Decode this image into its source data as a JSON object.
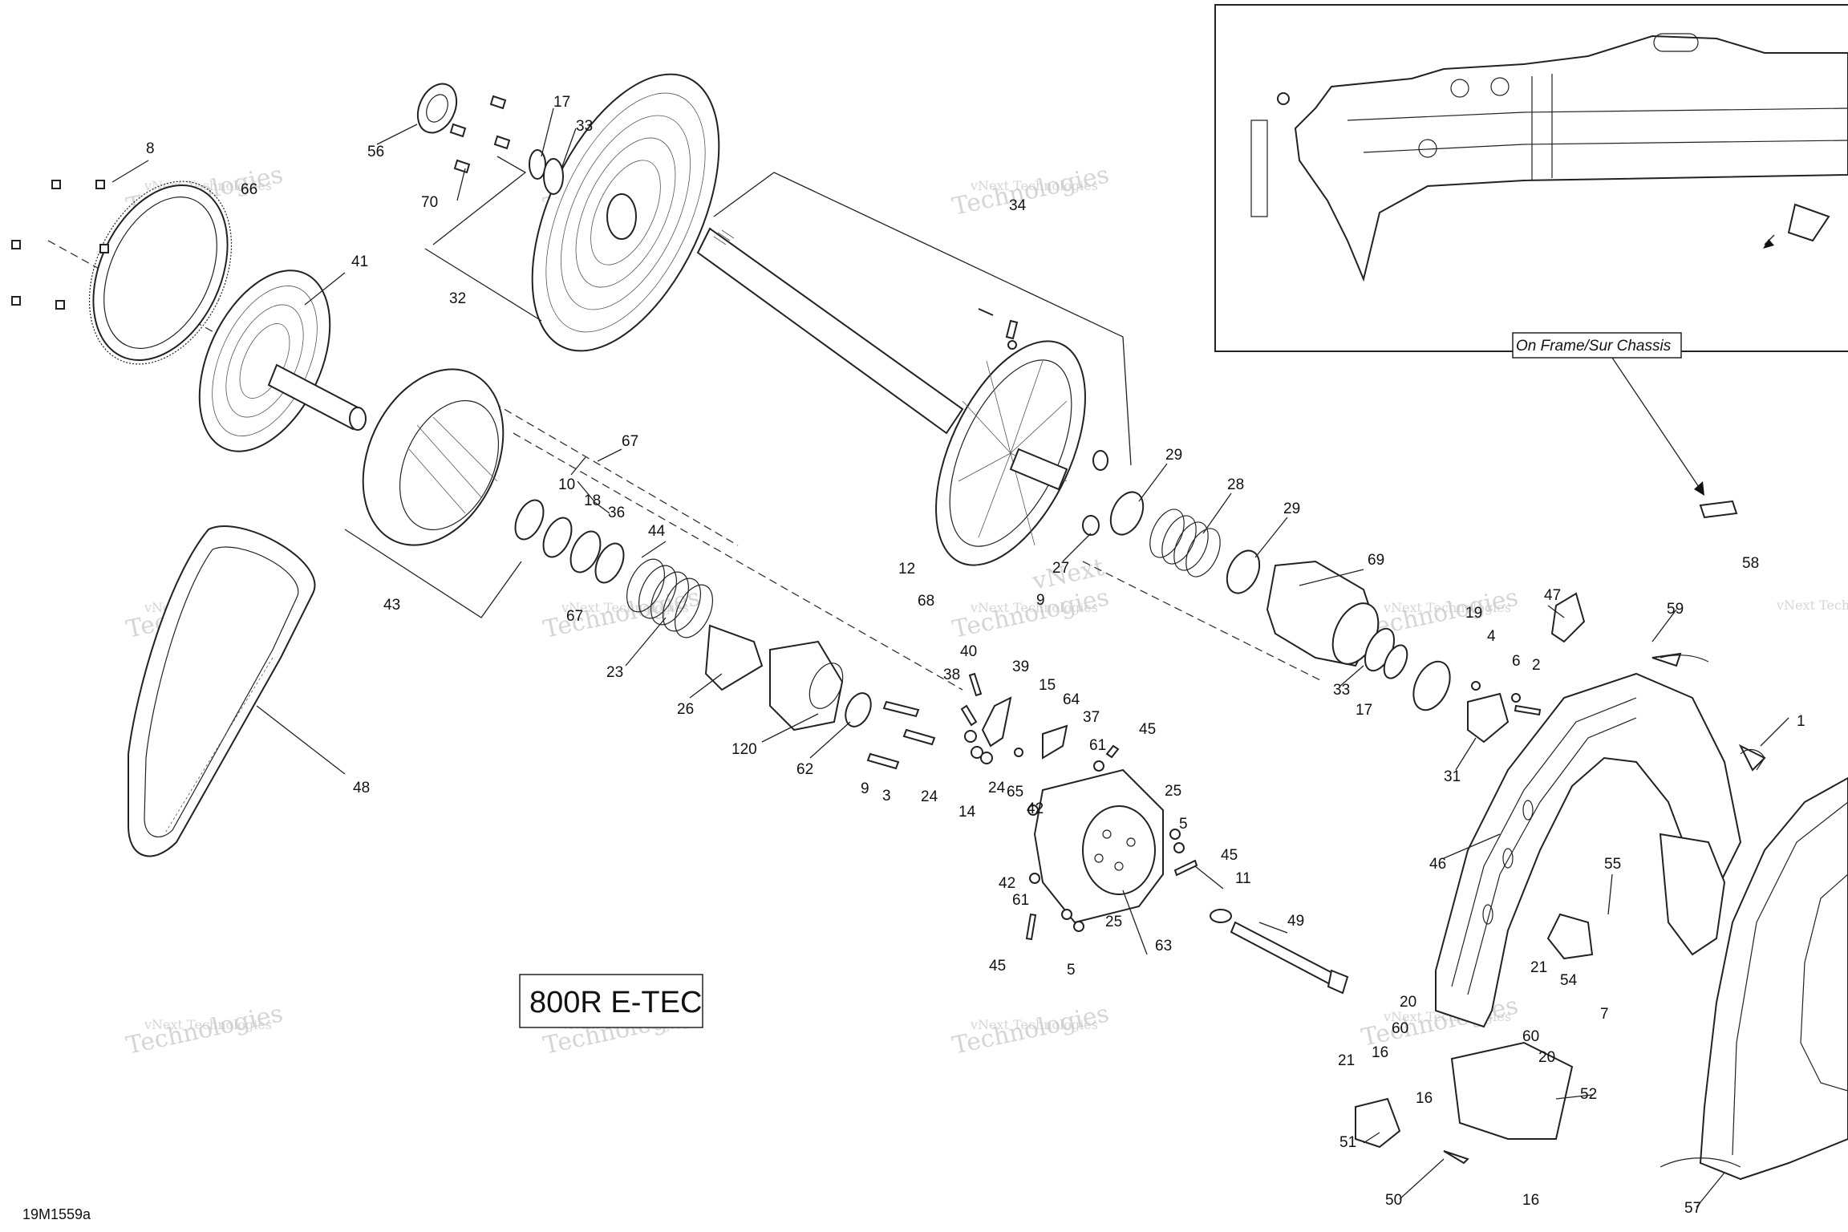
{
  "diagram": {
    "document_id": "19M1559a",
    "engine_label": "800R E-TEC",
    "inset_label": "On Frame/Sur Chassis",
    "watermark_line1": "vNext Technologies",
    "watermark_line2": "Technologies",
    "watermark_line3": "vNext",
    "callouts": [
      {
        "id": "c8",
        "text": "8"
      },
      {
        "id": "c66",
        "text": "66"
      },
      {
        "id": "c41",
        "text": "41"
      },
      {
        "id": "c56",
        "text": "56"
      },
      {
        "id": "c17a",
        "text": "17"
      },
      {
        "id": "c33a",
        "text": "33"
      },
      {
        "id": "c70",
        "text": "70"
      },
      {
        "id": "c32",
        "text": "32"
      },
      {
        "id": "c34",
        "text": "34"
      },
      {
        "id": "c67a",
        "text": "67"
      },
      {
        "id": "c10",
        "text": "10"
      },
      {
        "id": "c18",
        "text": "18"
      },
      {
        "id": "c36",
        "text": "36"
      },
      {
        "id": "c44",
        "text": "44"
      },
      {
        "id": "c43",
        "text": "43"
      },
      {
        "id": "c67b",
        "text": "67"
      },
      {
        "id": "c23",
        "text": "23"
      },
      {
        "id": "c26",
        "text": "26"
      },
      {
        "id": "c120",
        "text": "120"
      },
      {
        "id": "c62",
        "text": "62"
      },
      {
        "id": "c48",
        "text": "48"
      },
      {
        "id": "c29a",
        "text": "29"
      },
      {
        "id": "c28",
        "text": "28"
      },
      {
        "id": "c29b",
        "text": "29"
      },
      {
        "id": "c27",
        "text": "27"
      },
      {
        "id": "c12",
        "text": "12"
      },
      {
        "id": "c9a",
        "text": "9"
      },
      {
        "id": "c68",
        "text": "68"
      },
      {
        "id": "c40",
        "text": "40"
      },
      {
        "id": "c38",
        "text": "38"
      },
      {
        "id": "c39",
        "text": "39"
      },
      {
        "id": "c15",
        "text": "15"
      },
      {
        "id": "c64",
        "text": "64"
      },
      {
        "id": "c37",
        "text": "37"
      },
      {
        "id": "c9b",
        "text": "9"
      },
      {
        "id": "c3",
        "text": "3"
      },
      {
        "id": "c24a",
        "text": "24"
      },
      {
        "id": "c14",
        "text": "14"
      },
      {
        "id": "c24b",
        "text": "24"
      },
      {
        "id": "c65",
        "text": "65"
      },
      {
        "id": "c61a",
        "text": "61"
      },
      {
        "id": "c45a",
        "text": "45"
      },
      {
        "id": "c42a",
        "text": "42"
      },
      {
        "id": "c25a",
        "text": "25"
      },
      {
        "id": "c5a",
        "text": "5"
      },
      {
        "id": "c45b",
        "text": "45"
      },
      {
        "id": "c42b",
        "text": "42"
      },
      {
        "id": "c61b",
        "text": "61"
      },
      {
        "id": "c45c",
        "text": "45"
      },
      {
        "id": "c5b",
        "text": "5"
      },
      {
        "id": "c25b",
        "text": "25"
      },
      {
        "id": "c63",
        "text": "63"
      },
      {
        "id": "c11",
        "text": "11"
      },
      {
        "id": "c49",
        "text": "49"
      },
      {
        "id": "c69",
        "text": "69"
      },
      {
        "id": "c19",
        "text": "19"
      },
      {
        "id": "c4",
        "text": "4"
      },
      {
        "id": "c6",
        "text": "6"
      },
      {
        "id": "c2",
        "text": "2"
      },
      {
        "id": "c33b",
        "text": "33"
      },
      {
        "id": "c17b",
        "text": "17"
      },
      {
        "id": "c31",
        "text": "31"
      },
      {
        "id": "c47",
        "text": "47"
      },
      {
        "id": "c59",
        "text": "59"
      },
      {
        "id": "c58",
        "text": "58"
      },
      {
        "id": "c1",
        "text": "1"
      },
      {
        "id": "c46",
        "text": "46"
      },
      {
        "id": "c55",
        "text": "55"
      },
      {
        "id": "c21a",
        "text": "21"
      },
      {
        "id": "c54",
        "text": "54"
      },
      {
        "id": "c7",
        "text": "7"
      },
      {
        "id": "c20a",
        "text": "20"
      },
      {
        "id": "c60a",
        "text": "60"
      },
      {
        "id": "c16a",
        "text": "16"
      },
      {
        "id": "c60b",
        "text": "60"
      },
      {
        "id": "c20b",
        "text": "20"
      },
      {
        "id": "c21b",
        "text": "21"
      },
      {
        "id": "c16b",
        "text": "16"
      },
      {
        "id": "c52",
        "text": "52"
      },
      {
        "id": "c51",
        "text": "51"
      },
      {
        "id": "c50",
        "text": "50"
      },
      {
        "id": "c16c",
        "text": "16"
      },
      {
        "id": "c57",
        "text": "57"
      }
    ]
  }
}
